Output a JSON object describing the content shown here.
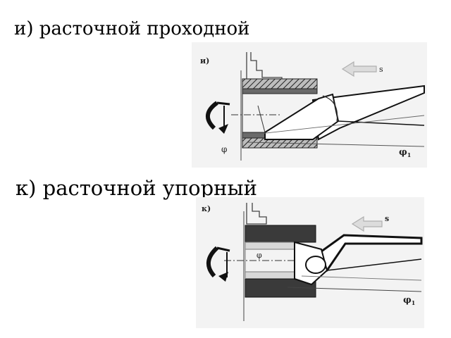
{
  "headings": {
    "boring_through": "и) расточной проходной",
    "boring_shoulder": "к) расточной упорный"
  },
  "figure_through": {
    "panel_label": "и)",
    "feed_label": "s",
    "angle_main": "φ",
    "angle_aux": "φ",
    "angle_aux_index": "1"
  },
  "figure_shoulder": {
    "panel_label": "к)",
    "feed_label": "s",
    "angle_main": "φ",
    "angle_aux": "φ",
    "angle_aux_index": "1"
  }
}
